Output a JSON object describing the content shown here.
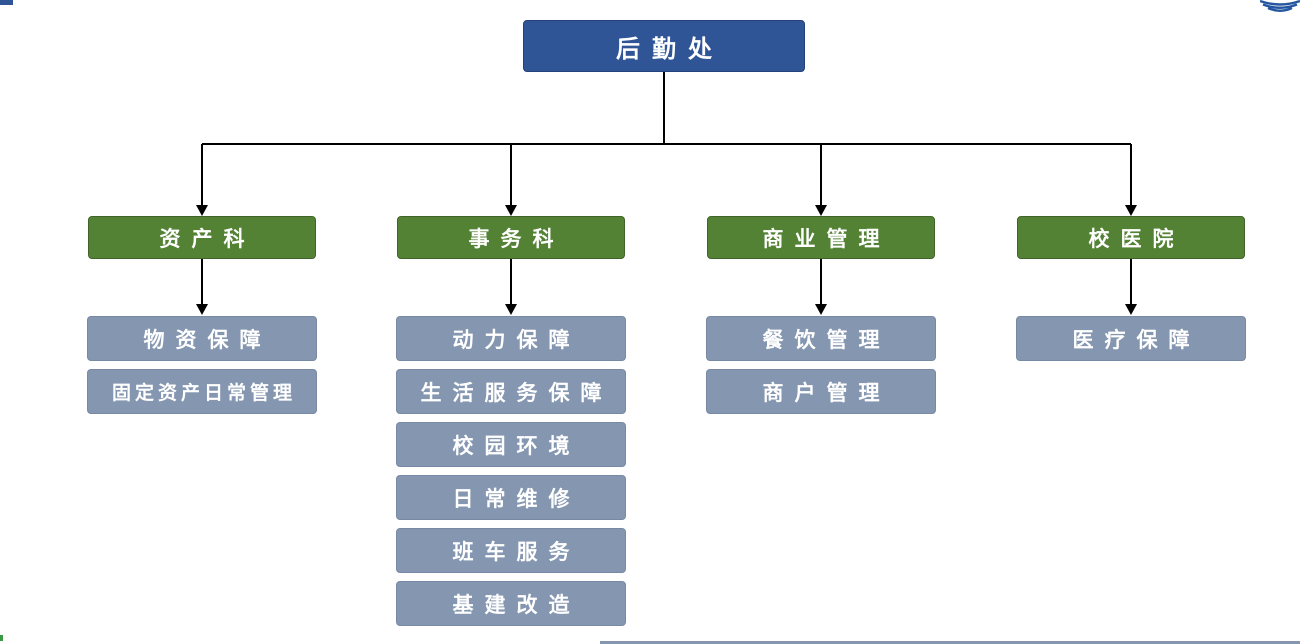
{
  "org_chart": {
    "root": {
      "label": "后勤处"
    },
    "branches": [
      {
        "label": "资产科",
        "children": [
          "物资保障",
          "固定资产日常管理"
        ]
      },
      {
        "label": "事务科",
        "children": [
          "动力保障",
          "生活服务保障",
          "校园环境",
          "日常维修",
          "班车服务",
          "基建改造"
        ]
      },
      {
        "label": "商业管理",
        "children": [
          "餐饮管理",
          "商户管理"
        ]
      },
      {
        "label": "校医院",
        "children": [
          "医疗保障"
        ]
      }
    ],
    "colors": {
      "root_fill": "#2F5597",
      "branch_fill": "#548235",
      "leaf_fill": "#8496B0",
      "text": "#FFFFFF",
      "connector": "#000000"
    }
  },
  "decorations": {
    "top_left_mark_color": "#2F5597",
    "bottom_left_mark_color": "#3C9A45",
    "bottom_rule_color": "#8496B0",
    "logo_arc_color": "#2457A0"
  }
}
